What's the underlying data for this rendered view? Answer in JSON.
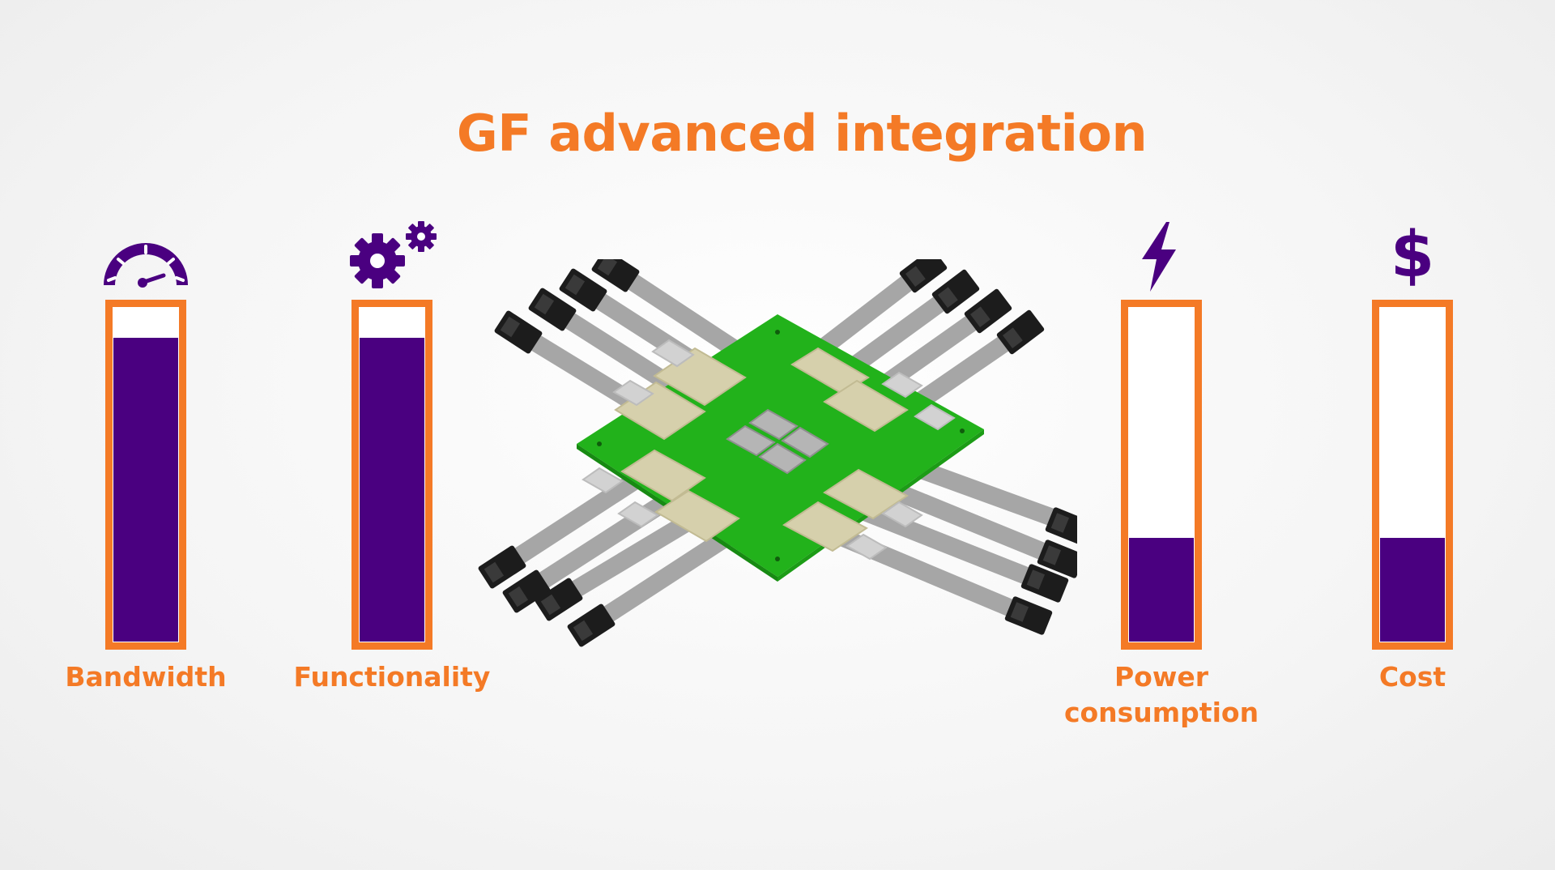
{
  "title": "GF advanced integration",
  "colors": {
    "accent": "#f47a26",
    "purple": "#4a0080",
    "board_green": "#22b21b",
    "pad_beige": "#d6d0ac",
    "chip_gray": "#b5b5b5",
    "cable_gray": "#a6a6a6",
    "connector_black": "#1c1c1c"
  },
  "meters": [
    {
      "id": "bandwidth",
      "label": "Bandwidth",
      "icon": "speedometer-icon",
      "level_percent": 91
    },
    {
      "id": "functionality",
      "label": "Functionality",
      "icon": "gears-icon",
      "level_percent": 91
    },
    {
      "id": "power",
      "label": "Power consumption",
      "icon": "lightning-bolt-icon",
      "level_percent": 31
    },
    {
      "id": "cost",
      "label": "Cost",
      "icon": "dollar-sign-icon",
      "icon_text": "$",
      "level_percent": 31
    }
  ]
}
